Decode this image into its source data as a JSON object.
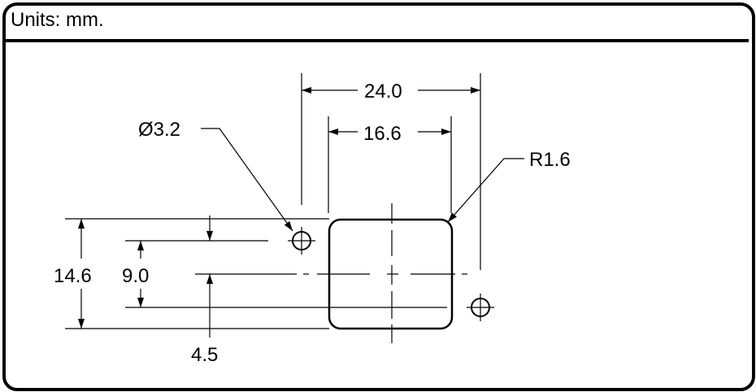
{
  "header": {
    "units_label": "Units: mm."
  },
  "dimensions": {
    "overall_width": "24.0",
    "cutout_width": "16.6",
    "hole_diameter": "Ø3.2",
    "corner_radius": "R1.6",
    "overall_height": "14.6",
    "hole_spacing_vertical": "9.0",
    "hole_offset": "4.5"
  }
}
